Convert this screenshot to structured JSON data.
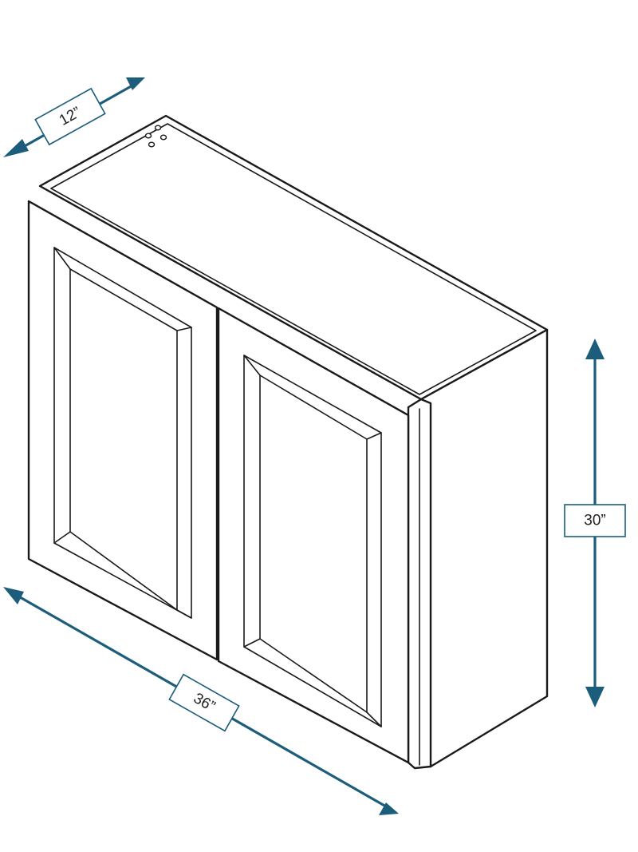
{
  "dimensions": {
    "depth": {
      "label": "12”",
      "value": 12,
      "unit": "in"
    },
    "height": {
      "label": "30”",
      "value": 30,
      "unit": "in"
    },
    "width": {
      "label": "36”",
      "value": 36,
      "unit": "in"
    }
  },
  "colors": {
    "dimension_accent": "#1c5d7c",
    "line_art": "#1a1a1a",
    "background": "#ffffff"
  }
}
